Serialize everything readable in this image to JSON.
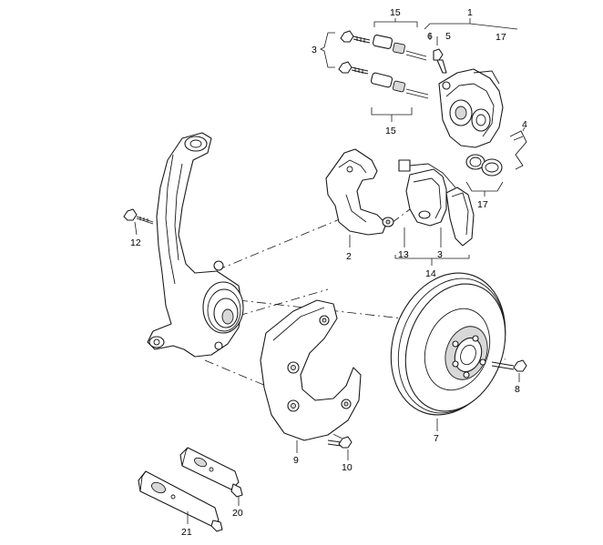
{
  "callouts": {
    "c1": "1",
    "c2": "2",
    "c3a": "3",
    "c3b": "3",
    "c4": "4",
    "c5": "5",
    "c6": "6",
    "c7": "7",
    "c8": "8",
    "c9": "9",
    "c10": "10",
    "c12": "12",
    "c13": "13",
    "c14": "14",
    "c15a": "15",
    "c15b": "15",
    "c17a": "17",
    "c17b": "17",
    "c20": "20",
    "c21": "21"
  }
}
